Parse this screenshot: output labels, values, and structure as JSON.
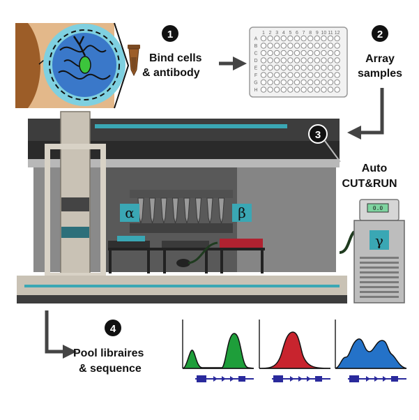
{
  "steps": [
    {
      "number": "1",
      "label_line1": "Bind cells",
      "label_line2": "& antibody"
    },
    {
      "number": "2",
      "label_line1": "Array",
      "label_line2": "samples"
    },
    {
      "number": "3",
      "label_line1": "Auto",
      "label_line2": "CUT&RUN"
    },
    {
      "number": "4",
      "label_line1": "Pool libraires",
      "label_line2": "& sequence"
    }
  ],
  "plate": {
    "columns": [
      "1",
      "2",
      "3",
      "4",
      "5",
      "6",
      "7",
      "8",
      "9",
      "10",
      "11",
      "12"
    ],
    "rows": [
      "A",
      "B",
      "C",
      "D",
      "E",
      "F",
      "G",
      "H"
    ]
  },
  "instrument": {
    "alpha_label": "α",
    "beta_label": "β",
    "gamma_label": "γ",
    "display_readout": "0.0"
  },
  "colors": {
    "teal": "#3aa7b4",
    "cell_blue": "#3a78c9",
    "nucleus_green": "#3cc43c",
    "peak_green": "#1e9e3a",
    "peak_red": "#c8242e",
    "peak_blue": "#2472c8",
    "gene_navy": "#2a2a9c",
    "tissue_brown": "#a86b32",
    "machine_dark": "#3d3d3d",
    "machine_mid": "#7a7a7a",
    "machine_light": "#c9c2b5"
  },
  "tracks": [
    {
      "color_key": "peak_green"
    },
    {
      "color_key": "peak_red"
    },
    {
      "color_key": "peak_blue"
    }
  ]
}
